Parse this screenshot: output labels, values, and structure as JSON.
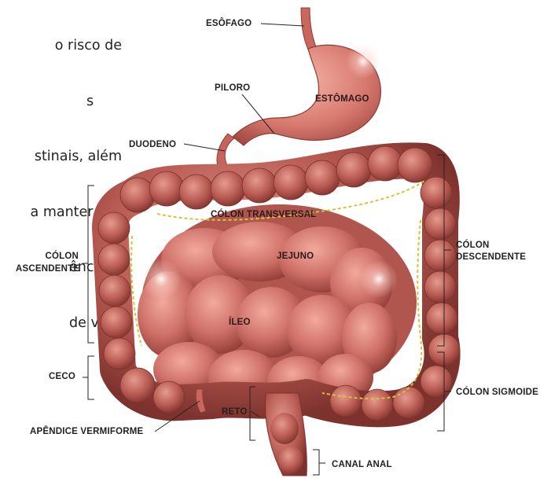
{
  "intro_text": {
    "lines": [
      "o risco de",
      "s",
      "stinais, além",
      "a manter sua",
      "ência e",
      "de vida."
    ]
  },
  "labels": {
    "esofago": "ESÔFAGO",
    "piloro": "PILORO",
    "estomago": "ESTÔMAGO",
    "duodeno": "DUODENO",
    "colon_transversal": "CÓLON TRANSVERSAL",
    "colon_ascendente_1": "CÓLON",
    "colon_ascendente_2": "ASCENDENTE",
    "jejuno": "JEJUNO",
    "colon_descendente_1": "CÓLON",
    "colon_descendente_2": "DESCENDENTE",
    "ileo": "ÍLEO",
    "ceco": "CECO",
    "colon_sigmoide": "CÓLON SIGMOIDE",
    "reto": "RETO",
    "apendice": "APÊNDICE VERMIFORME",
    "canal_anal": "CANAL ANAL"
  },
  "colors": {
    "organ_base": "#c96a62",
    "organ_light": "#ef9c90",
    "organ_dark": "#8e3b35",
    "fat": "#d7c23a",
    "leader_line": "#222222"
  }
}
